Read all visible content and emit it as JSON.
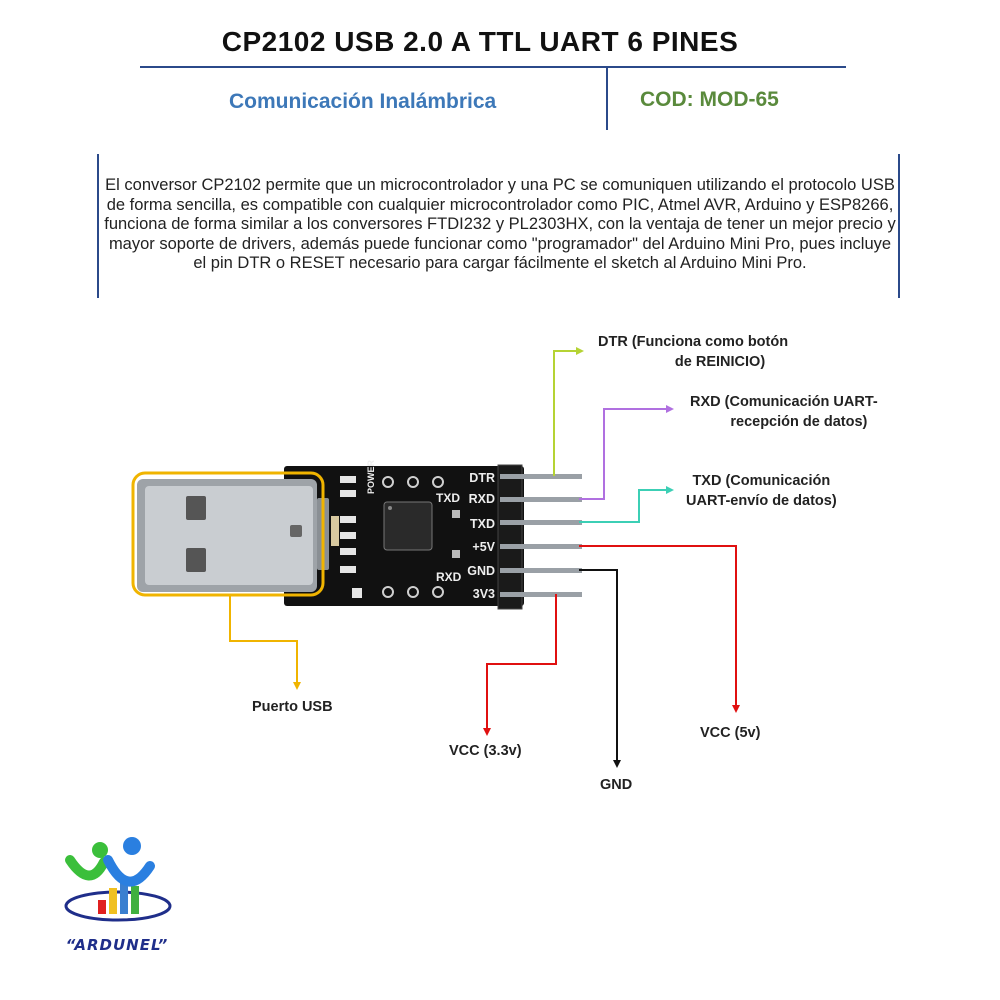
{
  "header": {
    "title": "CP2102 USB 2.0 A TTL UART 6 PINES",
    "subtitle": "Comunicación Inalámbrica",
    "code": "COD: MOD-65"
  },
  "description": "El conversor CP2102 permite que un microcontrolador y una PC se comuniquen utilizando el protocolo USB de forma sencilla, es compatible con cualquier microcontrolador como PIC, Atmel AVR, Arduino y ESP8266, funciona de forma similar a los conversores FTDI232 y PL2303HX, con la ventaja de tener un mejor precio y mayor soporte de drivers, además puede funcionar como \"programador\" del Arduino Mini Pro, pues incluye el pin DTR o RESET necesario para cargar fácilmente el sketch al Arduino Mini Pro.",
  "board": {
    "pins": [
      "DTR",
      "RXD",
      "TXD",
      "+5V",
      "GND",
      "3V3"
    ],
    "power_label": "POWER",
    "txd_label": "TXD",
    "rxd_label": "RXD"
  },
  "callouts": {
    "dtr": [
      "DTR (Funciona como botón",
      "de REINICIO)"
    ],
    "rxd": [
      "RXD (Comunicación UART-",
      "recepción de datos)"
    ],
    "txd": [
      "TXD (Comunicación",
      "UART-envío de datos)"
    ],
    "usb": "Puerto USB",
    "vcc33": "VCC (3.3v)",
    "gnd": "GND",
    "vcc5": "VCC (5v)"
  },
  "colors": {
    "dtr": "#b5d334",
    "rxd": "#b070e0",
    "txd": "#3ccfb5",
    "vcc": "#e01010",
    "gnd": "#111111",
    "usb": "#f0b400"
  },
  "logo": {
    "text": "“ARDUNEL”"
  }
}
